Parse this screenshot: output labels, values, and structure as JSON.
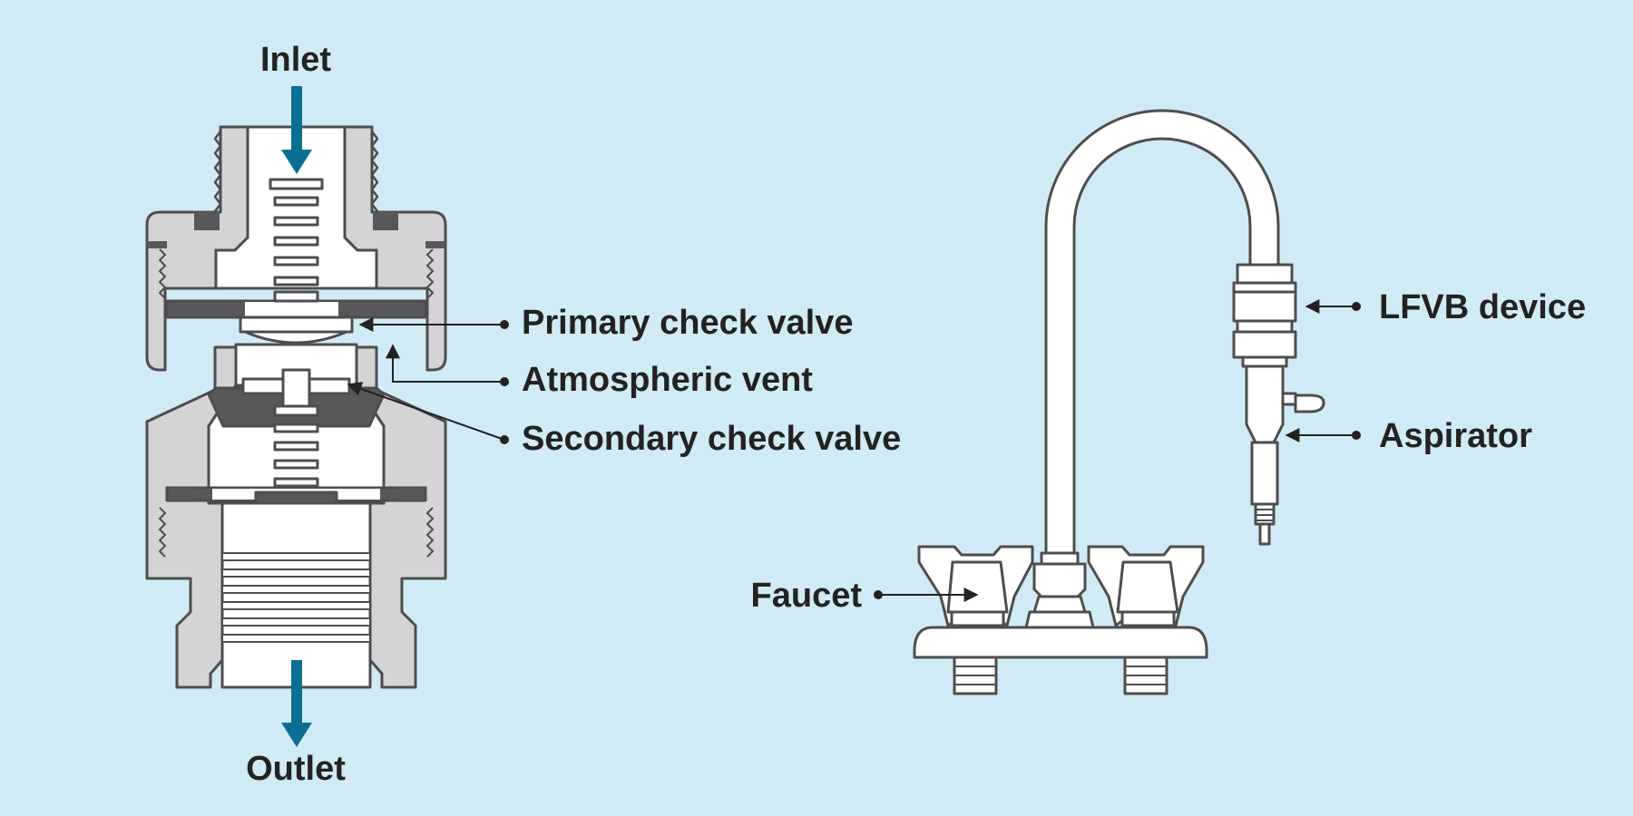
{
  "colors": {
    "background": "#d0ebf6",
    "outline": "#4d4d50",
    "metal_fill": "#d4d4d6",
    "dark_seal": "#58585b",
    "white": "#ffffff",
    "flow_arrow": "#0b6f94",
    "label_text": "#222222"
  },
  "labels": {
    "inlet": "Inlet",
    "outlet": "Outlet",
    "primary_check_valve": "Primary check valve",
    "atmospheric_vent": "Atmospheric vent",
    "secondary_check_valve": "Secondary check valve",
    "lfvb_device": "LFVB device",
    "aspirator": "Aspirator",
    "faucet": "Faucet"
  }
}
